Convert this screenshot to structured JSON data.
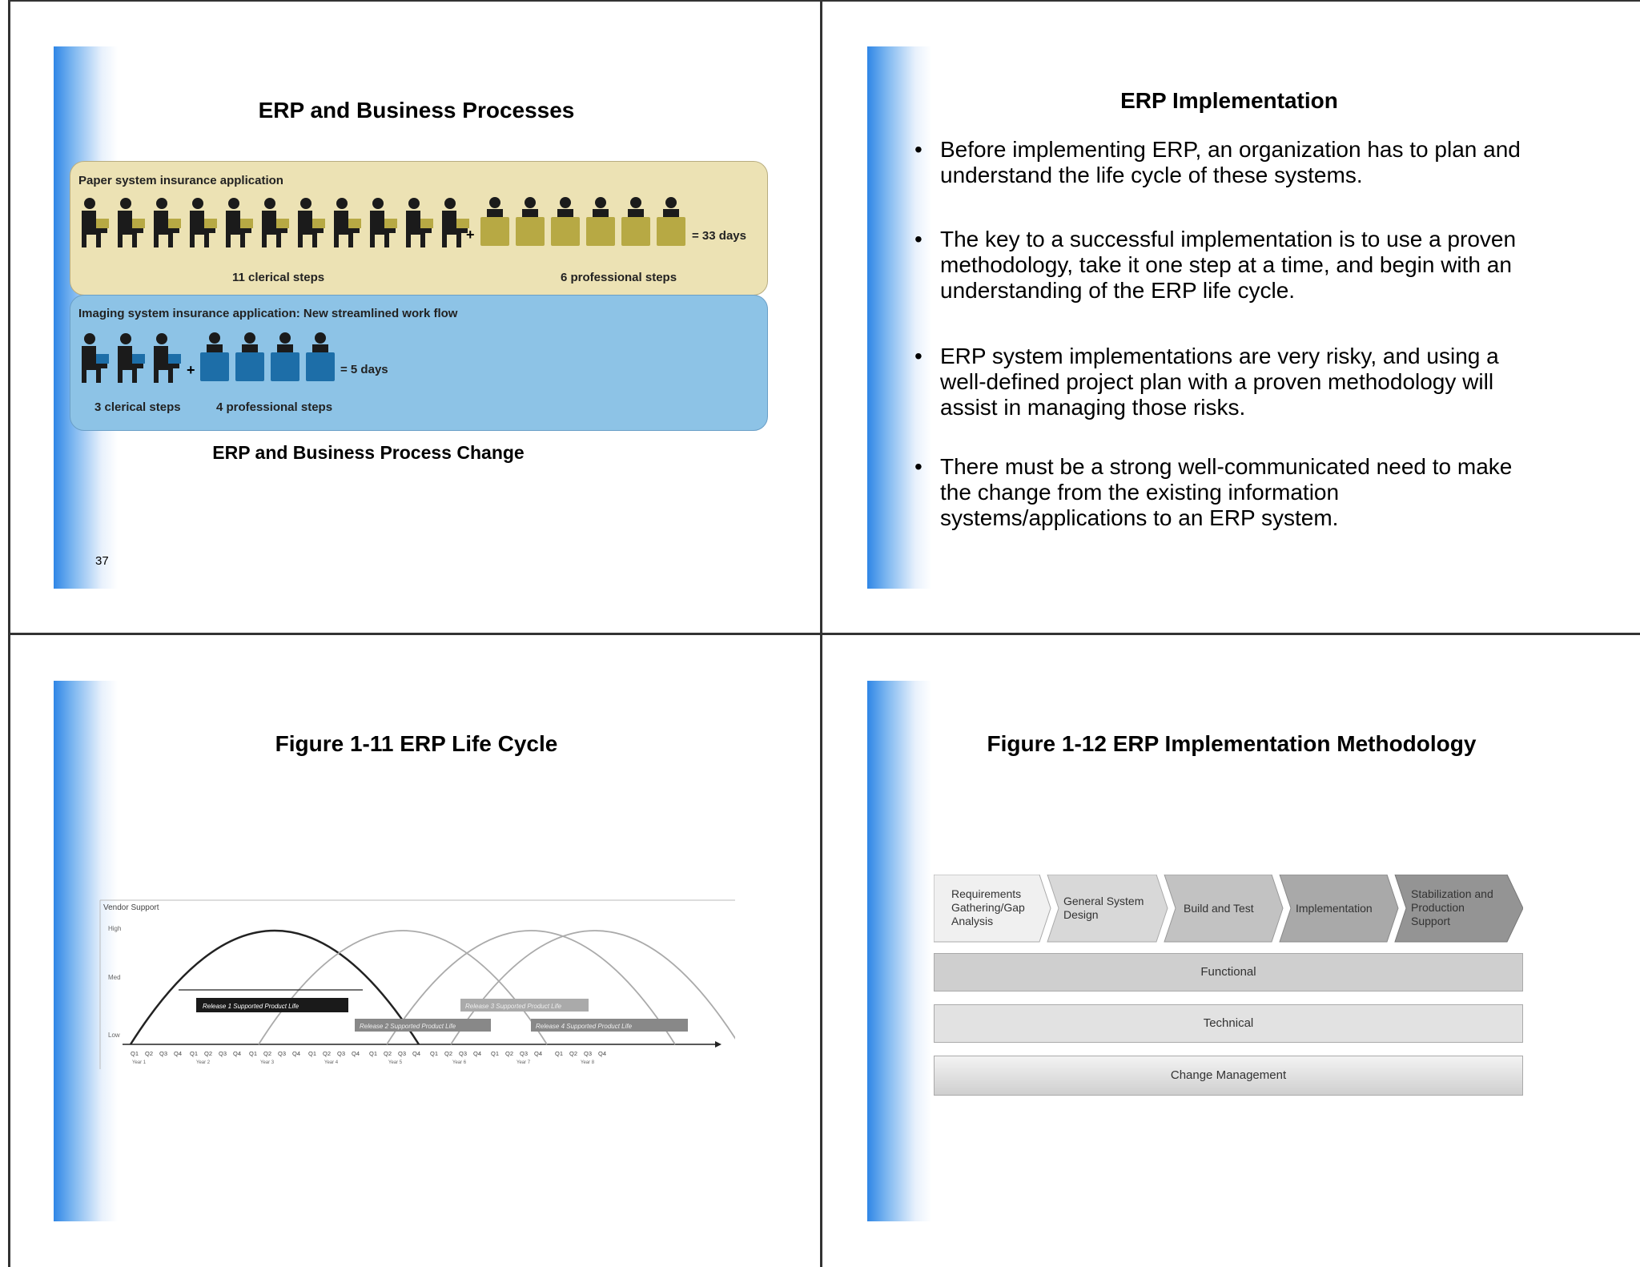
{
  "slide1": {
    "title": "ERP and Business Processes",
    "figure": {
      "paper_label": "Paper system insurance application",
      "paper_clerical": "11 clerical steps",
      "paper_professional": "6 professional steps",
      "paper_result": "= 33 days",
      "imaging_label": "Imaging system insurance application: New streamlined work flow",
      "imaging_clerical": "3 clerical steps",
      "imaging_professional": "4 professional steps",
      "imaging_result": "= 5 days",
      "plus": "+"
    },
    "caption": "ERP and Business Process Change",
    "page_number": "37"
  },
  "slide2": {
    "title": "ERP Implementation",
    "bullets": [
      "Before implementing ERP, an organization has to plan and understand the life cycle of these systems.",
      "The key to a successful implementation is to use a proven methodology, take it one step at a time, and begin with an understanding of the ERP life cycle.",
      "ERP system implementations are very risky, and using a well-defined project plan with a proven methodology will assist in managing those risks.",
      "There must be a strong well-communicated need to make the change from the existing information systems/applications to an ERP system."
    ],
    "bullet_symbol": "•"
  },
  "slide3": {
    "title": "Figure 1-11  ERP Life Cycle",
    "chart": {
      "y_title": "Vendor Support",
      "y_levels": [
        "High",
        "Med",
        "Low"
      ],
      "quarters": [
        "Q1",
        "Q2",
        "Q3",
        "Q4",
        "Q1",
        "Q2",
        "Q3",
        "Q4",
        "Q1",
        "Q2",
        "Q3",
        "Q4",
        "Q1",
        "Q2",
        "Q3",
        "Q4",
        "Q1",
        "Q2",
        "Q3",
        "Q4",
        "Q1",
        "Q2",
        "Q3",
        "Q4",
        "Q1",
        "Q2",
        "Q3",
        "Q4",
        "Q1",
        "Q2",
        "Q3",
        "Q4"
      ],
      "years": [
        "Year 1",
        "Year 2",
        "Year 3",
        "Year 4",
        "Year 5",
        "Year 6",
        "Year 7",
        "Year 8"
      ],
      "releases": [
        "Release 1 Supported Product Life",
        "Release 2 Supported Product Life",
        "Release 3 Supported Product Life",
        "Release 4 Supported Product Life"
      ]
    }
  },
  "slide4": {
    "title": "Figure 1-12  ERP Implementation Methodology",
    "phases": [
      "Requirements Gathering/Gap Analysis",
      "General System Design",
      "Build and Test",
      "Implementation",
      "Stabilization and Production Support"
    ],
    "tracks": [
      "Functional",
      "Technical",
      "Change Management"
    ]
  }
}
